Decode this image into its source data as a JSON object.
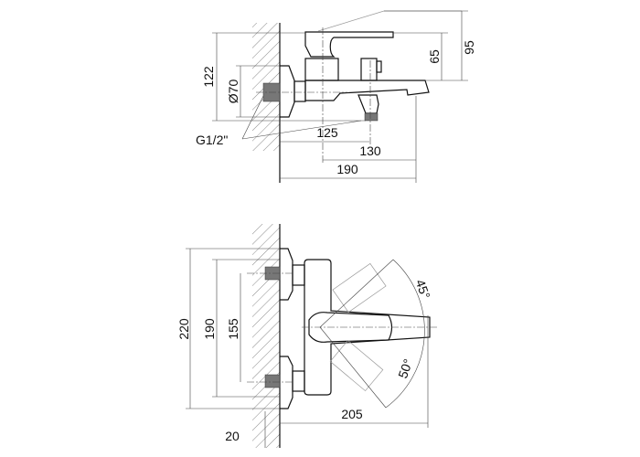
{
  "top_view": {
    "dims": {
      "d95": "95",
      "d65": "65",
      "d122": "122",
      "d70": "Ø70",
      "d125": "125",
      "d130": "130",
      "d190": "190"
    },
    "thread_label": "G1/2\""
  },
  "bottom_view": {
    "dims": {
      "d220": "220",
      "d190": "190",
      "d155": "155",
      "d205": "205",
      "d20": "20"
    },
    "angles": {
      "a45": "45°",
      "a50": "50°"
    }
  }
}
